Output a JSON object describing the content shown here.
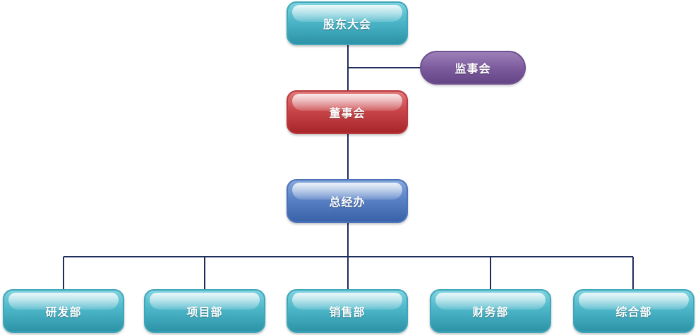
{
  "nodes": {
    "shareholders": "股东大会",
    "supervisors": "监事会",
    "board": "董事会",
    "general_office": "总经办"
  },
  "departments": [
    {
      "label": "研发部"
    },
    {
      "label": "项目部"
    },
    {
      "label": "销售部"
    },
    {
      "label": "财务部"
    },
    {
      "label": "综合部"
    }
  ],
  "colors": {
    "connector": "#1f2d5c",
    "teal": "#4cb6c8",
    "red": "#c9474b",
    "blue": "#5a82c6",
    "purple": "#7d5c9e"
  }
}
